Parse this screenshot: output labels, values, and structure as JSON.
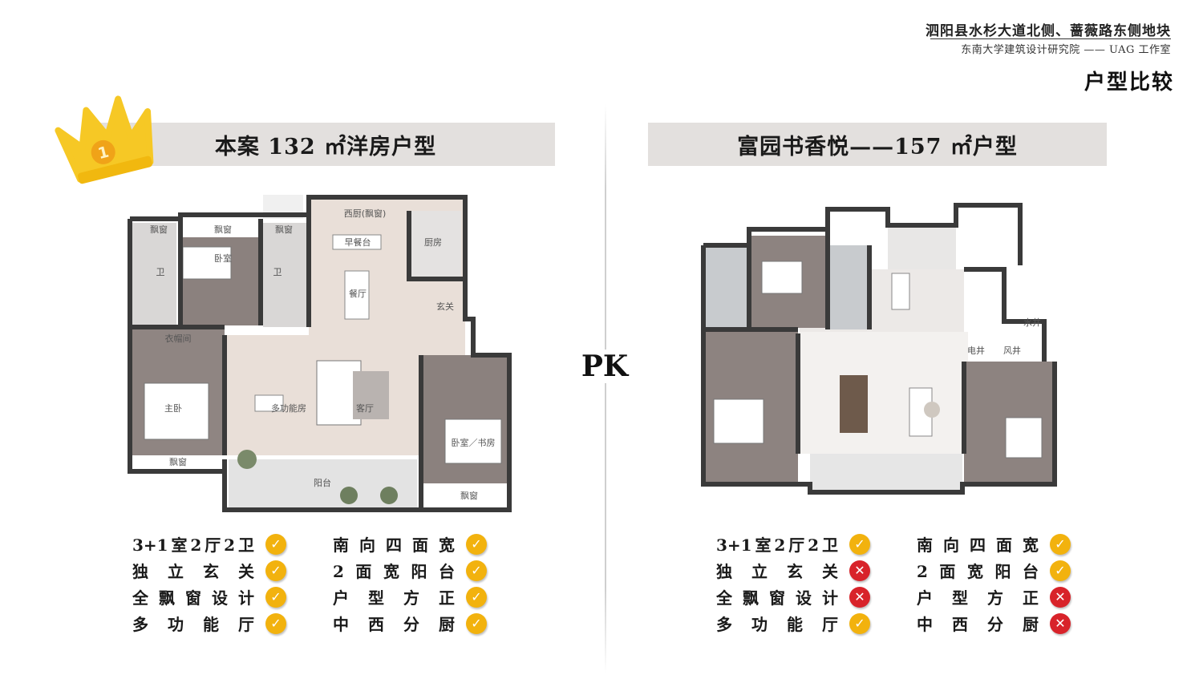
{
  "header": {
    "project": "泗阳县水杉大道北侧、蔷薇路东侧地块",
    "designer": "东南大学建筑设计研究院 —— UAG 工作室",
    "title": "户型比较"
  },
  "center": {
    "pk": "PK"
  },
  "colors": {
    "check": "#f2b20e",
    "cross": "#d8232a",
    "banner": "#e3e0de",
    "crown": "#f6c825"
  },
  "left": {
    "banner": "本案 132 ㎡洋房户型",
    "crown": {
      "icon": "crown-icon",
      "number": "1"
    },
    "plan_labels": {
      "bay1": "飘窗",
      "bay2": "飘窗",
      "bay3": "飘窗",
      "bay4": "飘窗",
      "bay5": "飘窗",
      "bath1": "卫",
      "bath2": "卫",
      "bedroom": "卧室",
      "closet": "衣帽间",
      "master": "主卧",
      "western_kitchen": "西厨",
      "western_kitchen_bay": "飘窗",
      "breakfast": "早餐台",
      "dining": "餐厅",
      "kitchen": "厨房",
      "entry": "玄关",
      "multi": "多功能房",
      "living": "客厅",
      "balcony": "阳台",
      "bedroom_study": "卧室／书房"
    },
    "features": [
      {
        "text": "3+1室2厅2卫",
        "ok": true,
        "icon": "check-icon"
      },
      {
        "text": "南向四面宽",
        "ok": true,
        "icon": "check-icon"
      },
      {
        "text": "独立玄关",
        "ok": true,
        "icon": "check-icon"
      },
      {
        "text": "2面宽阳台",
        "ok": true,
        "icon": "check-icon"
      },
      {
        "text": "全飘窗设计",
        "ok": true,
        "icon": "check-icon"
      },
      {
        "text": "户型方正",
        "ok": true,
        "icon": "check-icon"
      },
      {
        "text": "多功能厅",
        "ok": true,
        "icon": "check-icon"
      },
      {
        "text": "中西分厨",
        "ok": true,
        "icon": "check-icon"
      }
    ]
  },
  "right": {
    "banner": "富园书香悦——157 ㎡户型",
    "plan_labels": {
      "shaft1": "电井",
      "shaft2": "风井",
      "shaft3": "水井"
    },
    "features": [
      {
        "text": "3+1室2厅2卫",
        "ok": true,
        "icon": "check-icon"
      },
      {
        "text": "南向四面宽",
        "ok": true,
        "icon": "check-icon"
      },
      {
        "text": "独立玄关",
        "ok": false,
        "icon": "cross-icon"
      },
      {
        "text": "2面宽阳台",
        "ok": true,
        "icon": "check-icon"
      },
      {
        "text": "全飘窗设计",
        "ok": false,
        "icon": "cross-icon"
      },
      {
        "text": "户型方正",
        "ok": false,
        "icon": "cross-icon"
      },
      {
        "text": "多功能厅",
        "ok": true,
        "icon": "check-icon"
      },
      {
        "text": "中西分厨",
        "ok": false,
        "icon": "cross-icon"
      }
    ]
  }
}
